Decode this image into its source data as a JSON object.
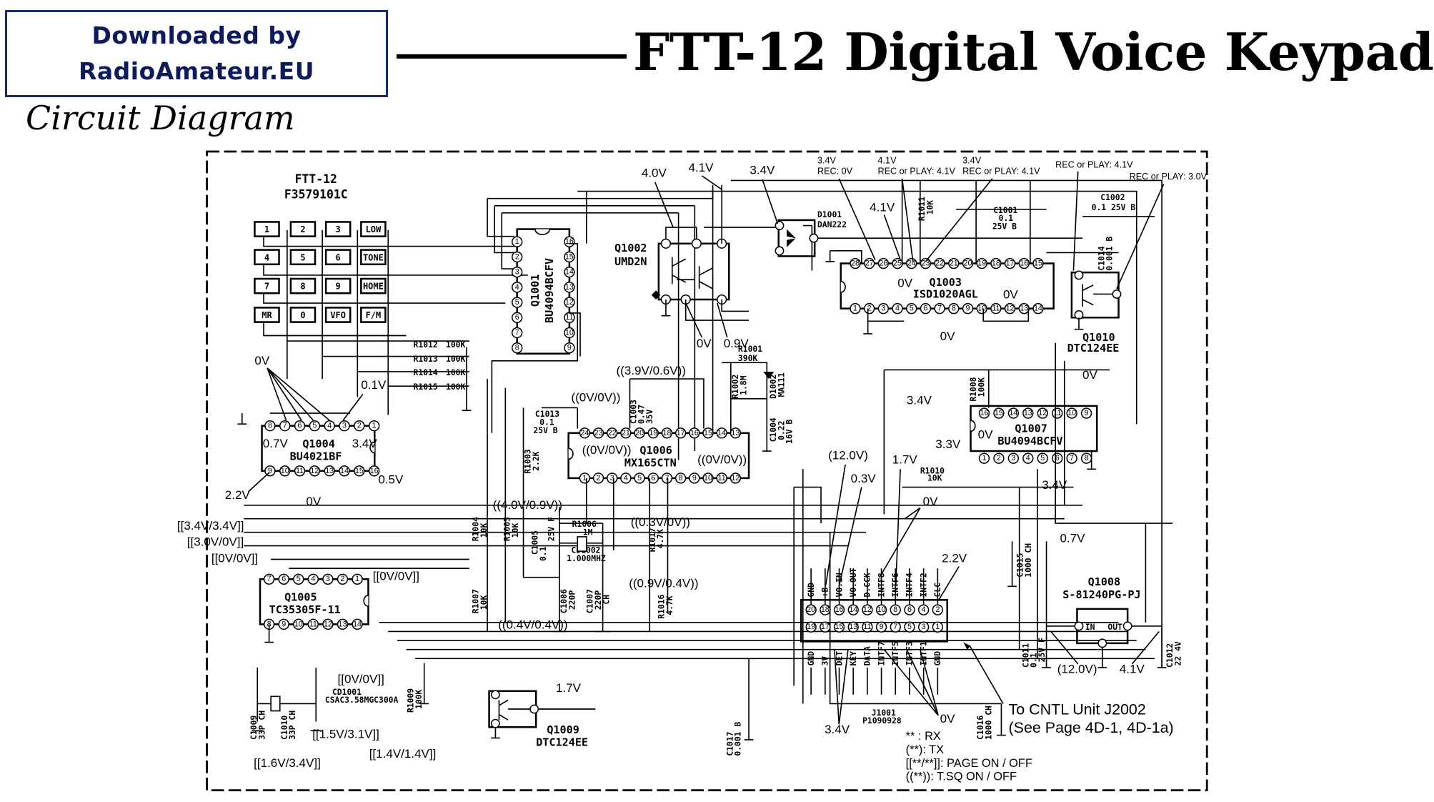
{
  "header": {
    "banner_line1": "Downloaded by",
    "banner_line2": "RadioAmateur.EU",
    "subtitle": "Circuit Diagram",
    "title": "FTT-12 Digital Voice Keypad",
    "banner_color": "#0e1a5e"
  },
  "board": {
    "name": "FTT-12",
    "part_number": "F3579101C"
  },
  "keypad": {
    "keys": [
      [
        "1",
        "2",
        "3",
        "LOW"
      ],
      [
        "4",
        "5",
        "6",
        "TONE"
      ],
      [
        "7",
        "8",
        "9",
        "HOME"
      ],
      [
        "MR",
        "0",
        "VFO",
        "F/M"
      ]
    ]
  },
  "components": {
    "q1001": {
      "ref": "Q1001",
      "part": "BU4094BCFV"
    },
    "q1002": {
      "ref": "Q1002",
      "part": "UMD2N"
    },
    "q1003": {
      "ref": "Q1003",
      "part": "ISD1020AGL"
    },
    "q1004": {
      "ref": "Q1004",
      "part": "BU4021BF"
    },
    "q1005": {
      "ref": "Q1005",
      "part": "TC35305F-11"
    },
    "q1006": {
      "ref": "Q1006",
      "part": "MX165CTN"
    },
    "q1007": {
      "ref": "Q1007",
      "part": "BU4094BCFV"
    },
    "q1008": {
      "ref": "Q1008",
      "part": "S-81240PG-PJ",
      "in_label": "IN",
      "out_label": "OUT"
    },
    "q1009": {
      "ref": "Q1009",
      "part": "DTC124EE"
    },
    "q1010": {
      "ref": "Q1010",
      "part": "DTC124EE"
    },
    "d1001": {
      "ref": "D1001",
      "part": "DAN222"
    },
    "d1002": {
      "ref": "D1002",
      "part": "MA111"
    },
    "j1001": {
      "ref": "J1001",
      "part": "P1090928"
    },
    "r1001": {
      "ref": "R1001",
      "value": "390K"
    },
    "r1002": {
      "ref": "R1002",
      "value": "1.8M"
    },
    "r1003": {
      "ref": "R1003",
      "value": "2.2K"
    },
    "r1004": {
      "ref": "R1004",
      "value": "10K"
    },
    "r1005": {
      "ref": "R1005",
      "value": "10K"
    },
    "r1006": {
      "ref": "R1006",
      "value": "1M"
    },
    "r1007": {
      "ref": "R1007",
      "value": "10K"
    },
    "r1008": {
      "ref": "R1008",
      "value": "100K"
    },
    "r1009": {
      "ref": "R1009",
      "value": "100K"
    },
    "r1010": {
      "ref": "R1010",
      "value": "10K"
    },
    "r1011": {
      "ref": "R1011",
      "value": "10K"
    },
    "r1012": {
      "ref": "R1012",
      "value": "100K"
    },
    "r1013": {
      "ref": "R1013",
      "value": "100K"
    },
    "r1014": {
      "ref": "R1014",
      "value": "100K"
    },
    "r1015": {
      "ref": "R1015",
      "value": "100K"
    },
    "r1016": {
      "ref": "R1016",
      "value": "4.7K"
    },
    "r1017": {
      "ref": "R1017",
      "value": "4.7K"
    },
    "c1001": {
      "ref": "C1001",
      "value": "0.1",
      "rating": "25V B"
    },
    "c1002": {
      "ref": "C1002",
      "value": "0.1 25V B"
    },
    "c1003": {
      "ref": "C1003",
      "value": "0.47",
      "rating": "35V"
    },
    "c1004": {
      "ref": "C1004",
      "value": "0.22",
      "rating": "16V B"
    },
    "c1005": {
      "ref": "C1005",
      "value": "0.1",
      "rating": "25V F"
    },
    "c1006": {
      "ref": "C1006",
      "value": "220P"
    },
    "c1007": {
      "ref": "C1007",
      "value": "220P",
      "rating": "CH"
    },
    "c1009": {
      "ref": "C1009",
      "value": "33P CH"
    },
    "c1010": {
      "ref": "C1010",
      "value": "33P CH"
    },
    "c1011": {
      "ref": "C1011",
      "value": "0.1",
      "rating": "25V F"
    },
    "c1012": {
      "ref": "C1012",
      "value": "22 4V"
    },
    "c1013": {
      "ref": "C1013",
      "value": "0.1",
      "rating": "25V B"
    },
    "c1014": {
      "ref": "C1014",
      "value": "0.001 B"
    },
    "c1015": {
      "ref": "C1015",
      "value": "1000 CH"
    },
    "c1016": {
      "ref": "C1016",
      "value": "1000 CH"
    },
    "c1017": {
      "ref": "C1017",
      "value": "0.001 B"
    },
    "cd1001": {
      "ref": "CD1001",
      "part": "CSAC3.58MGC300A"
    },
    "cd1002": {
      "ref": "CD1002",
      "part": "1.000MHZ"
    }
  },
  "j1001_pins": {
    "top": [
      {
        "num": "20",
        "name": "GND"
      },
      {
        "num": "18",
        "name": "+B"
      },
      {
        "num": "16",
        "name": "VO.IN"
      },
      {
        "num": "14",
        "name": "VO.OUT"
      },
      {
        "num": "12",
        "name": "D.CCK"
      },
      {
        "num": "10",
        "name": "INTF8"
      },
      {
        "num": "8",
        "name": "INTF6"
      },
      {
        "num": "6",
        "name": "INTF4"
      },
      {
        "num": "4",
        "name": "INTF2"
      },
      {
        "num": "2",
        "name": "CLC"
      }
    ],
    "bottom": [
      {
        "num": "19",
        "name": "GND"
      },
      {
        "num": "17",
        "name": "3V"
      },
      {
        "num": "15",
        "name": "DET"
      },
      {
        "num": "13",
        "name": "KEY"
      },
      {
        "num": "11",
        "name": "DATA"
      },
      {
        "num": "9",
        "name": "INTF7"
      },
      {
        "num": "7",
        "name": "INTF5"
      },
      {
        "num": "5",
        "name": "INTF3"
      },
      {
        "num": "3",
        "name": "INTF1"
      },
      {
        "num": "1",
        "name": "GND"
      }
    ]
  },
  "voltages": {
    "q1002_4v0": "4.0V",
    "q1002_4v1": "4.1V",
    "d1001_3v4": "3.4V",
    "q1002_0v": "0V",
    "q1002_0v9": "0.9V",
    "q1003_top1": "3.4V",
    "q1003_top1b": "REC: 0V",
    "q1003_top2": "4.1V",
    "q1003_top2b": "REC or PLAY: 4.1V",
    "q1003_top3": "3.4V",
    "q1003_top3b": "REC or PLAY: 4.1V",
    "q1003_41v": "4.1V",
    "q1010_rec": "REC or PLAY: 4.1V",
    "q1010_rec3": "REC or PLAY: 3.0V",
    "q1003_0v_left": "0V",
    "q1003_0v_right": "0V",
    "q1003_0v_pin9": "0V",
    "q1004_0v": "0V",
    "q1004_0v1": "0.1V",
    "q1004_0v7": "0.7V",
    "q1004_3v4": "3.4V",
    "q1004_2v2": "2.2V",
    "q1004_0v_b": "0V",
    "q1004_0v5": "0.5V",
    "q1006_39": "((3.9V/0.6V))",
    "q1006_0v_a": "((0V/0V))",
    "q1006_0v_b": "((0V/0V))",
    "q1006_0v_c": "((0V/0V))",
    "q1006_40": "((4.0V/0.9V))",
    "q1006_03": "((0.3V/0V))",
    "q1006_09": "((0.9V/0.4V))",
    "q1006_04": "((0.4V/0.4V))",
    "q1005_34": "[[3.4V/3.4V]]",
    "q1005_30": "[[3.0V/0V]]",
    "q1005_00a": "[[0V/0V]]",
    "q1005_00b": "[[0V/0V]]",
    "q1005_00c": "[[0V/0V]]",
    "cd_15": "[[1.5V/3.1V]]",
    "cd_16": "[[1.6V/3.4V]]",
    "cd_14": "[[1.4V/1.4V]]",
    "q1009_17": "1.7V",
    "q1007_34a": "3.4V",
    "q1007_0v": "0V",
    "q1007_33": "3.3V",
    "q1007_0v_b": "0V",
    "q1007_34b": "3.4V",
    "j_12": "(12.0V)",
    "j_03": "0.3V",
    "j_17": "1.7V",
    "j_0v": "0V",
    "j_22": "2.2V",
    "j_07": "0.7V",
    "j_34": "3.4V",
    "j_0v_b": "0V",
    "q1008_12": "(12.0V)",
    "q1008_41": "4.1V"
  },
  "notes": {
    "to_cntl": "To CNTL Unit J2002",
    "see_page": "(See Page 4D-1, 4D-1a)",
    "legend": [
      "** : RX",
      "(**): TX",
      "[[**/**]]: PAGE ON / OFF",
      "((**)): T.SQ ON / OFF"
    ]
  }
}
